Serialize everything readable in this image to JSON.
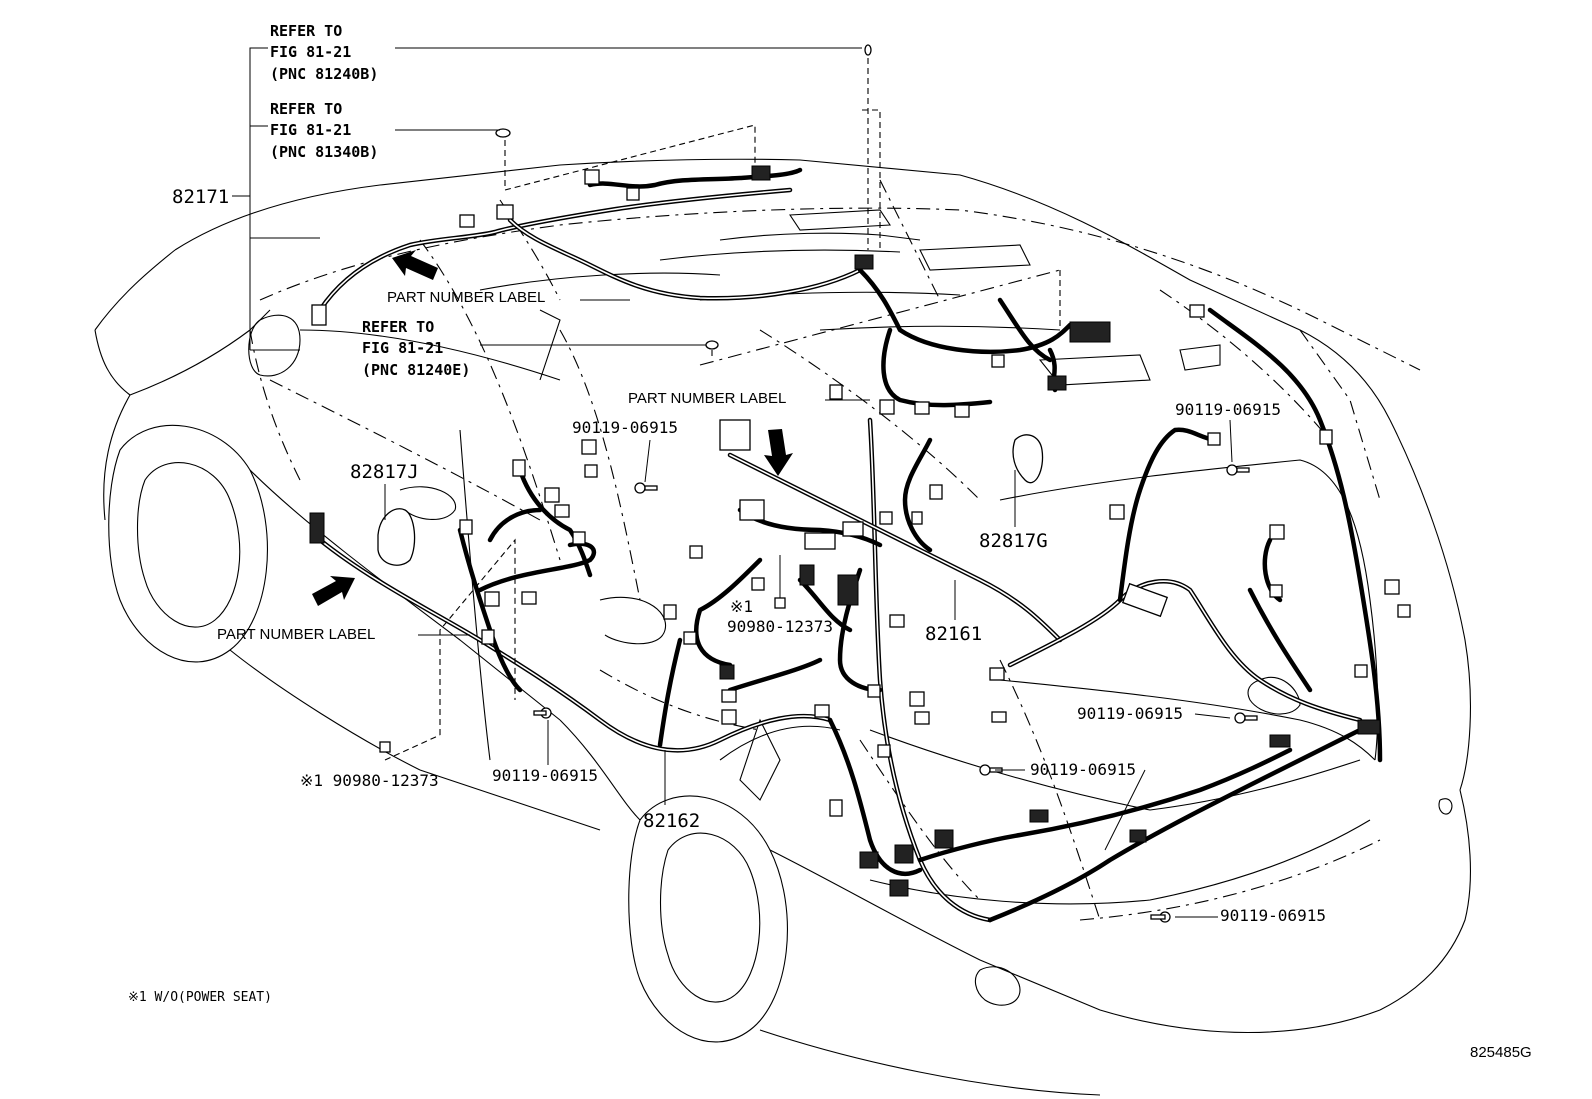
{
  "diagram": {
    "refer_callouts": [
      {
        "line1": "REFER TO",
        "line2": "FIG 81-21",
        "line3": "(PNC 81240B)"
      },
      {
        "line1": "REFER TO",
        "line2": "FIG 81-21",
        "line3": "(PNC 81340B)"
      },
      {
        "line1": "REFER TO",
        "line2": "FIG 81-21",
        "line3": "(PNC 81240E)"
      }
    ],
    "labels": {
      "p82171": "82171",
      "p82817J": "82817J",
      "p82817G": "82817G",
      "p82161": "82161",
      "p82162": "82162",
      "bolt_a": "90119-06915",
      "bolt_b": "90119-06915",
      "bolt_c": "90119-06915",
      "bolt_d": "90119-06915",
      "bolt_e": "90119-06915",
      "bolt_f": "90119-06915",
      "clip_center_mark": "※1",
      "clip_center": "90980-12373",
      "clip_left": "※1 90980-12373",
      "pn_label_roof": "PART NUMBER LABEL",
      "pn_label_center": "PART NUMBER LABEL",
      "pn_label_floor": "PART NUMBER LABEL"
    },
    "footnote": "※1 W/O(POWER SEAT)",
    "figure_code": "825485G"
  }
}
